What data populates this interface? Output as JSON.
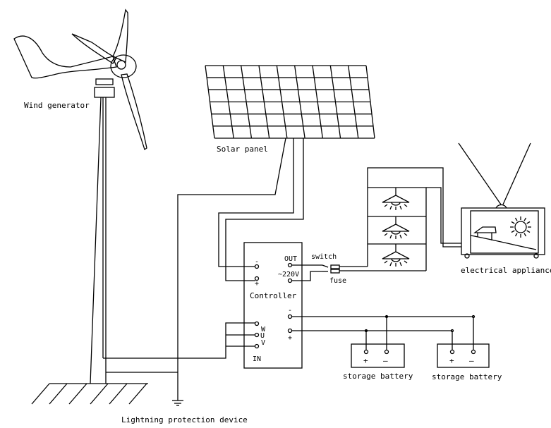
{
  "diagram": {
    "labels": {
      "wind_generator": "Wind generator",
      "solar_panel": "Solar panel",
      "controller": "Controller",
      "out": "OUT",
      "voltage": "~220V",
      "switch": "switch",
      "fuse": "fuse",
      "electrical_appliance": "electrical appliance",
      "storage_battery_1": "storage battery",
      "storage_battery_2": "storage battery",
      "lightning_protection": "Lightning protection device",
      "in": "IN",
      "phase_w": "W",
      "phase_u": "U",
      "phase_v": "V",
      "minus": "-",
      "plus": "+",
      "bat_plus": "+",
      "bat_minus": "—"
    },
    "colors": {
      "line": "#000000",
      "background": "#ffffff"
    }
  }
}
